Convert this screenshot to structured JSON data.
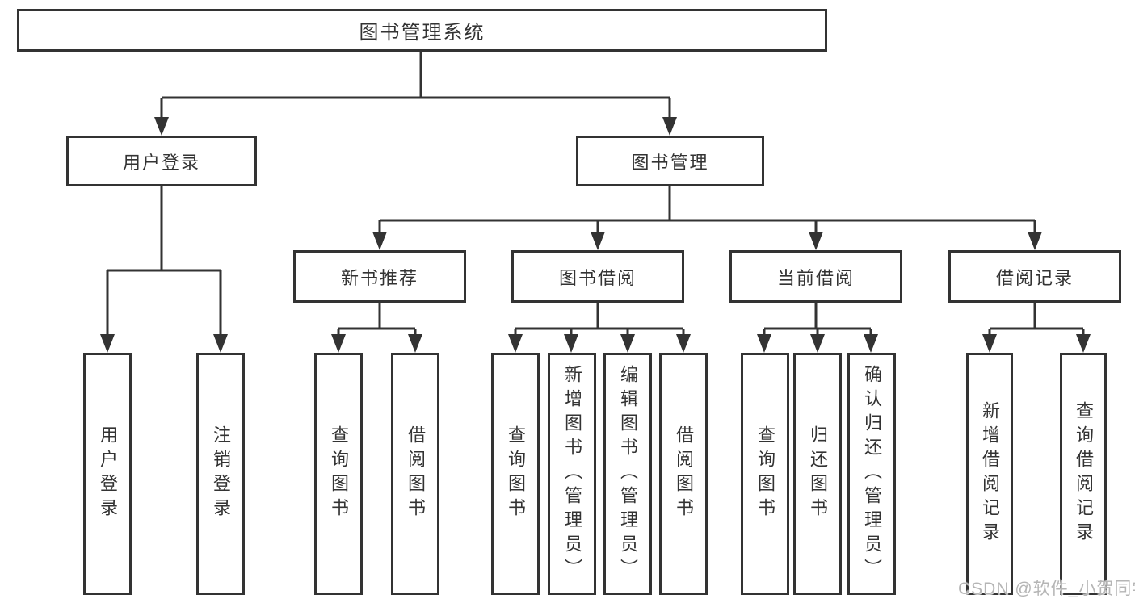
{
  "diagram": {
    "root": {
      "label": "图书管理系统"
    },
    "level2": [
      {
        "label": "用户登录"
      },
      {
        "label": "图书管理"
      }
    ],
    "level3": [
      {
        "label": "新书推荐",
        "parent": "图书管理"
      },
      {
        "label": "图书借阅",
        "parent": "图书管理"
      },
      {
        "label": "当前借阅",
        "parent": "图书管理"
      },
      {
        "label": "借阅记录",
        "parent": "图书管理"
      }
    ],
    "leaves": [
      {
        "label": "用户登录",
        "parent": "用户登录"
      },
      {
        "label": "注销登录",
        "parent": "用户登录"
      },
      {
        "label": "查询图书",
        "parent": "新书推荐"
      },
      {
        "label": "借阅图书",
        "parent": "新书推荐"
      },
      {
        "label": "查询图书",
        "parent": "图书借阅"
      },
      {
        "label": "新增图书（管理员）",
        "parent": "图书借阅"
      },
      {
        "label": "编辑图书（管理员）",
        "parent": "图书借阅"
      },
      {
        "label": "借阅图书",
        "parent": "图书借阅"
      },
      {
        "label": "查询图书",
        "parent": "当前借阅"
      },
      {
        "label": "归还图书",
        "parent": "当前借阅"
      },
      {
        "label": "确认归还（管理员）",
        "parent": "当前借阅"
      },
      {
        "label": "新增借阅记录",
        "parent": "借阅记录"
      },
      {
        "label": "查询借阅记录",
        "parent": "借阅记录"
      }
    ]
  },
  "watermark": {
    "text": "CSDN @软件_小贺同学"
  },
  "colors": {
    "line": "#333333",
    "box_border": "#333333",
    "box_fill": "#ffffff",
    "text": "#333333",
    "watermark": "#b5b5b5",
    "background": "#ffffff"
  }
}
